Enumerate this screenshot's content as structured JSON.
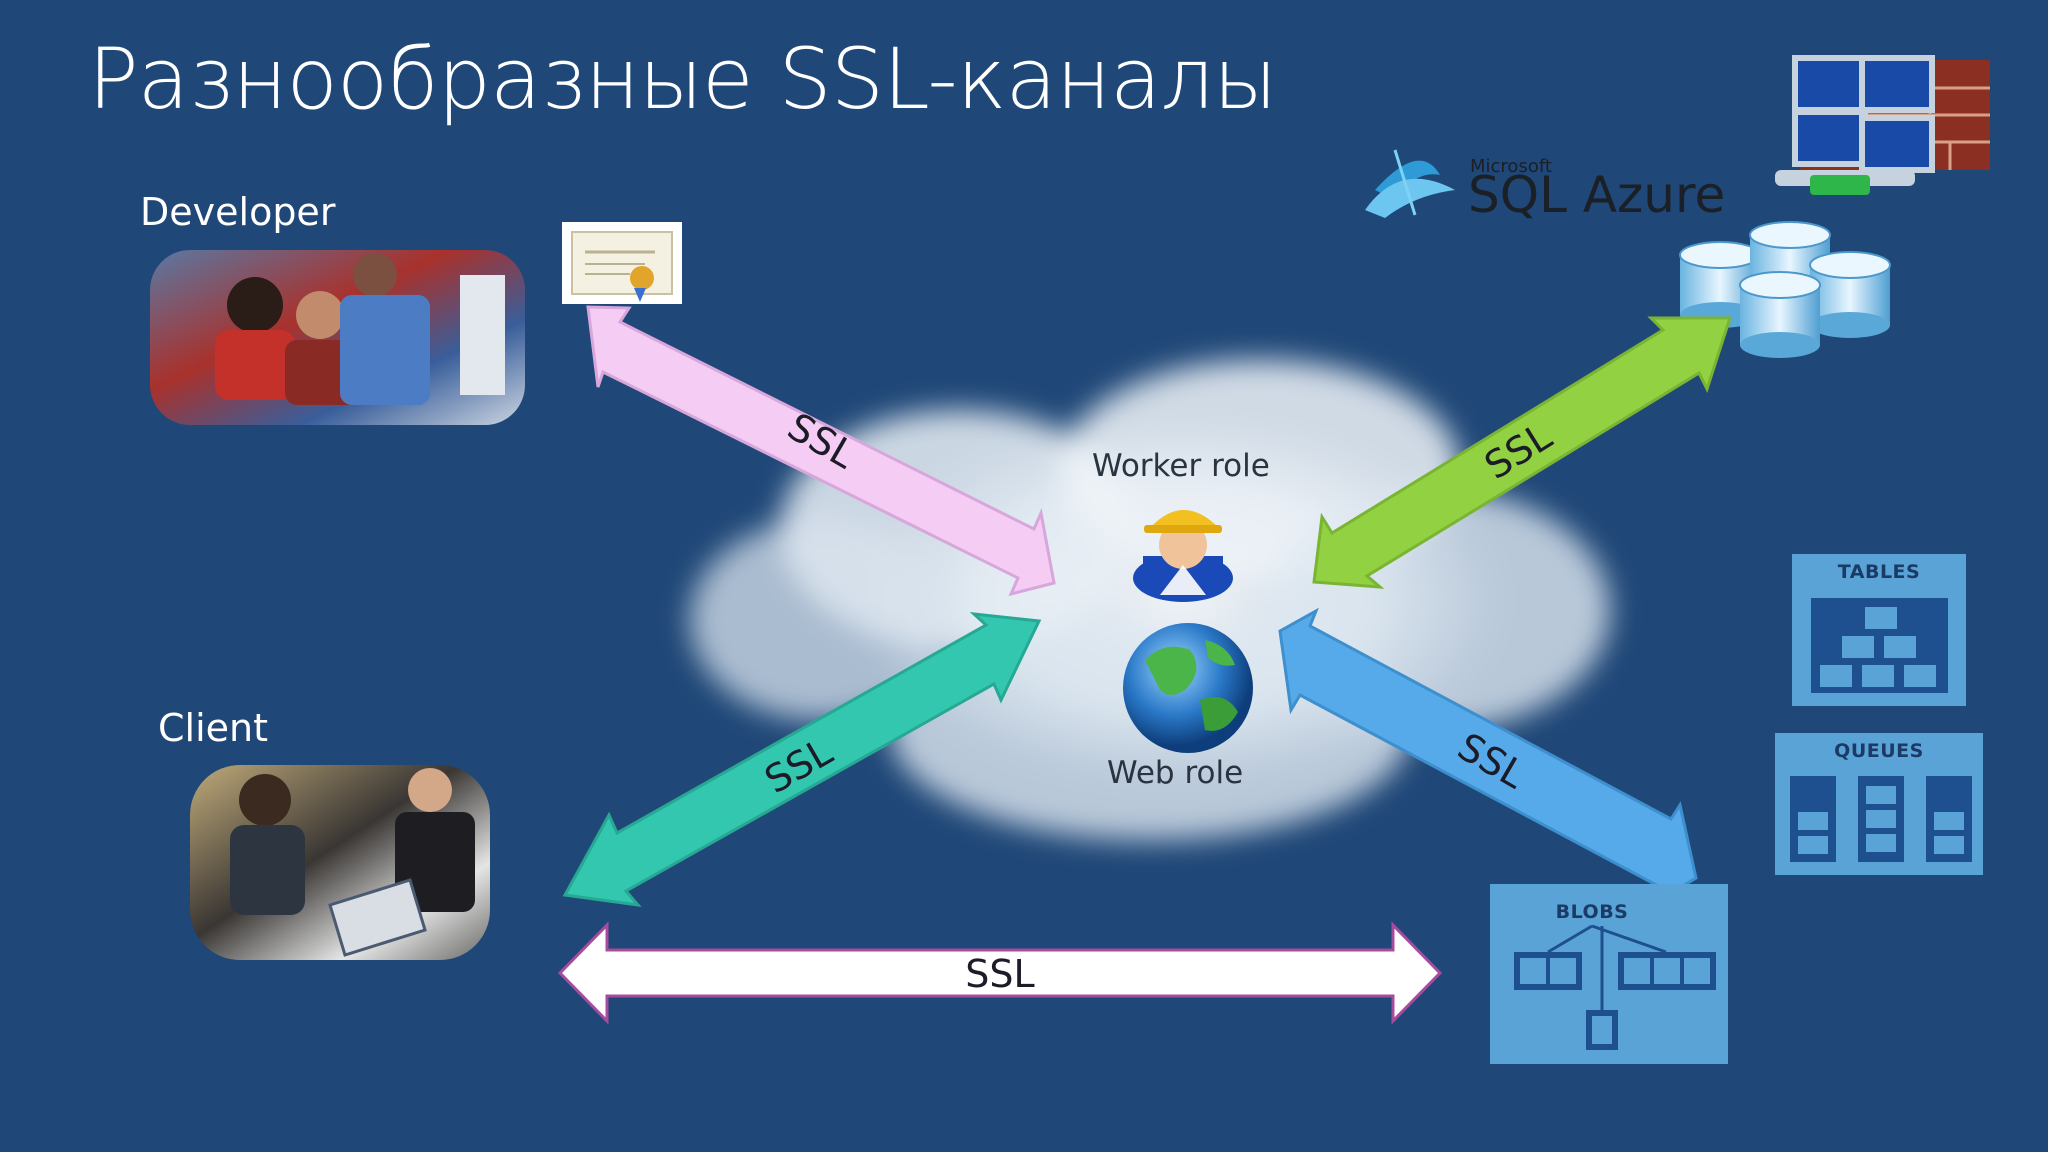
{
  "title": "Разнообразные SSL-каналы",
  "labels": {
    "developer": "Developer",
    "client": "Client",
    "worker_role": "Worker role",
    "web_role": "Web role"
  },
  "logo": {
    "vendor": "Microsoft",
    "product": "SQL Azure"
  },
  "storage": {
    "tables": "TABLES",
    "queues": "QUEUES",
    "blobs": "BLOBS"
  },
  "connections": [
    {
      "from": "developer",
      "to": "cloud",
      "label": "SSL",
      "color": "#f2c6f2"
    },
    {
      "from": "sql_azure",
      "to": "cloud",
      "label": "SSL",
      "color": "#8fcf3a"
    },
    {
      "from": "client",
      "to": "cloud",
      "label": "SSL",
      "color": "#32c4ae"
    },
    {
      "from": "blobs",
      "to": "cloud",
      "label": "SSL",
      "color": "#4aa3e6"
    },
    {
      "from": "client",
      "to": "blobs",
      "label": "SSL",
      "color": "#ffffff"
    }
  ],
  "colors": {
    "background": "#1f4777",
    "storage_tile": "#5aa3d6"
  }
}
